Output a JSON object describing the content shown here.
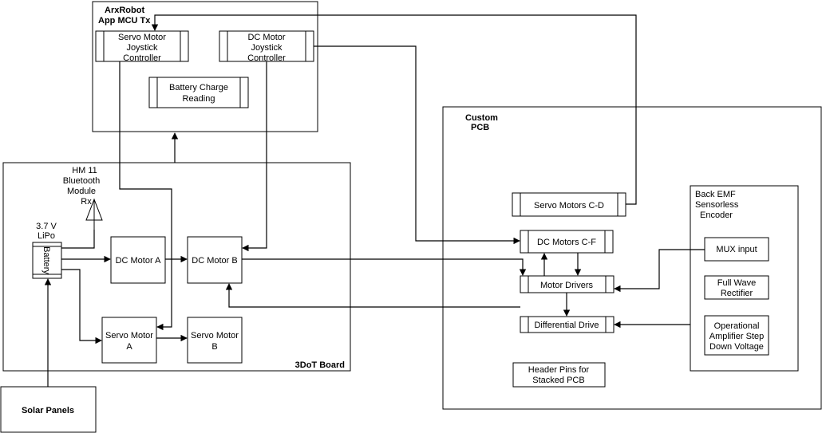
{
  "containers": {
    "app": {
      "title_line1": "ArxRobot",
      "title_line2": "App MCU Tx"
    },
    "pcb": {
      "title_line1": "Custom",
      "title_line2": "PCB"
    },
    "board": {
      "title": "3DoT Board"
    },
    "encoder": {
      "line1": "Back EMF",
      "line2": "Sensorless",
      "line3": "Encoder"
    }
  },
  "blocks": {
    "servo_joystick": [
      "Servo Motor",
      "Joystick",
      "Controller"
    ],
    "dc_joystick": [
      "DC Motor",
      "Joystick",
      "Controller"
    ],
    "battery_reading": [
      "Battery Charge",
      "Reading"
    ],
    "hm11": [
      "HM 11",
      "Bluetooth",
      "Module",
      "Rx"
    ],
    "lipo": [
      "3.7 V",
      "LiPo"
    ],
    "battery": "Battery",
    "dc_motor_a": "DC Motor A",
    "dc_motor_b": "DC Motor B",
    "servo_motor_a": [
      "Servo Motor",
      "A"
    ],
    "servo_motor_b": [
      "Servo Motor",
      "B"
    ],
    "solar": "Solar Panels",
    "servo_cd": "Servo Motors C-D",
    "dc_cf": "DC Motors C-F",
    "motor_drivers": "Motor Drivers",
    "diff_drive": "Differential Drive",
    "header_pins": [
      "Header Pins for",
      "Stacked PCB"
    ],
    "mux": "MUX input",
    "rectifier": [
      "Full Wave",
      "Rectifier"
    ],
    "opamp": [
      "Operational",
      "Amplifier Step",
      "Down Voltage"
    ]
  }
}
